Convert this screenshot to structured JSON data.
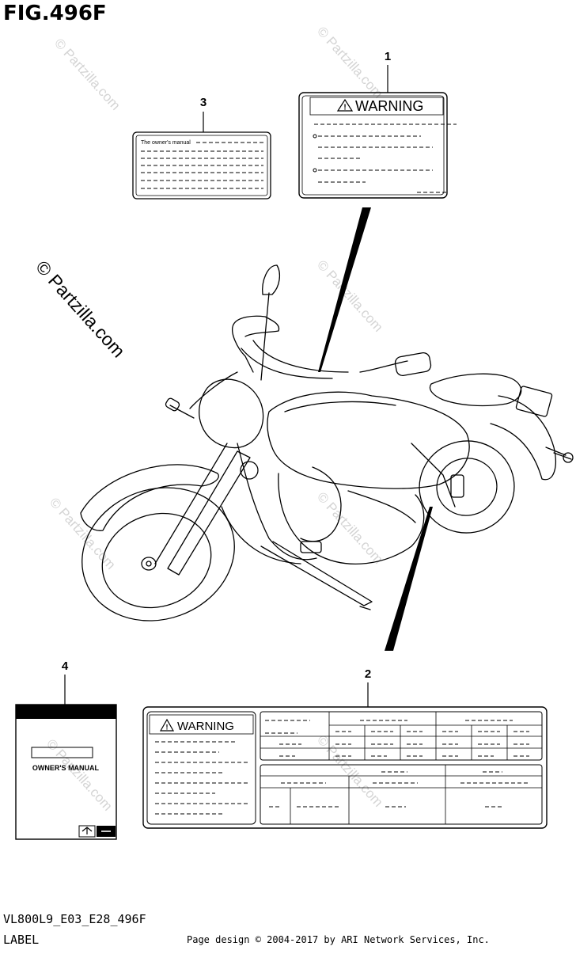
{
  "figure": {
    "title": "FIG.496F",
    "code": "VL800L9_E03_E28_496F",
    "label": "LABEL",
    "credit": "Page design © 2004-2017 by ARI Network Services, Inc.",
    "watermark": "© Partzilla.com"
  },
  "callouts": [
    "1",
    "2",
    "3",
    "4"
  ],
  "labels": {
    "warning_label_1": {
      "heading": "WARNING"
    },
    "warning_label_2": {
      "heading": "WARNING"
    },
    "owners_label_3": {
      "text": "The owner's manual"
    },
    "manual_4": {
      "text": "OWNER'S MANUAL"
    }
  }
}
